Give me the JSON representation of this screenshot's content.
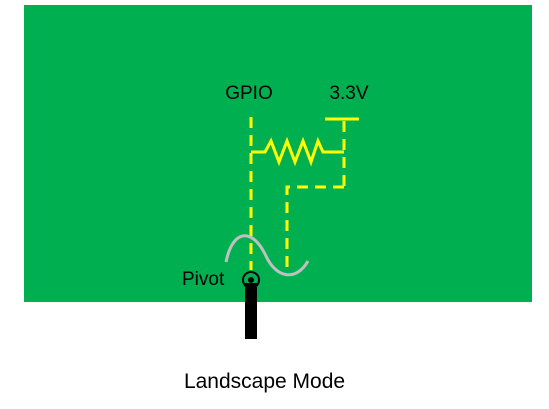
{
  "labels": {
    "gpio": "GPIO",
    "vcc": "3.3V",
    "pivot": "Pivot"
  },
  "caption": "Landscape Mode",
  "colors": {
    "board": "#00b050",
    "wire": "#ffff00",
    "arm": "#000000",
    "arc": "#c0c0c0",
    "text": "#000000",
    "background": "#ffffff"
  },
  "icons": {
    "pivot": "pivot-circle-icon",
    "resistor": "resistor-zigzag-icon",
    "swing": "swing-arc-icon"
  }
}
